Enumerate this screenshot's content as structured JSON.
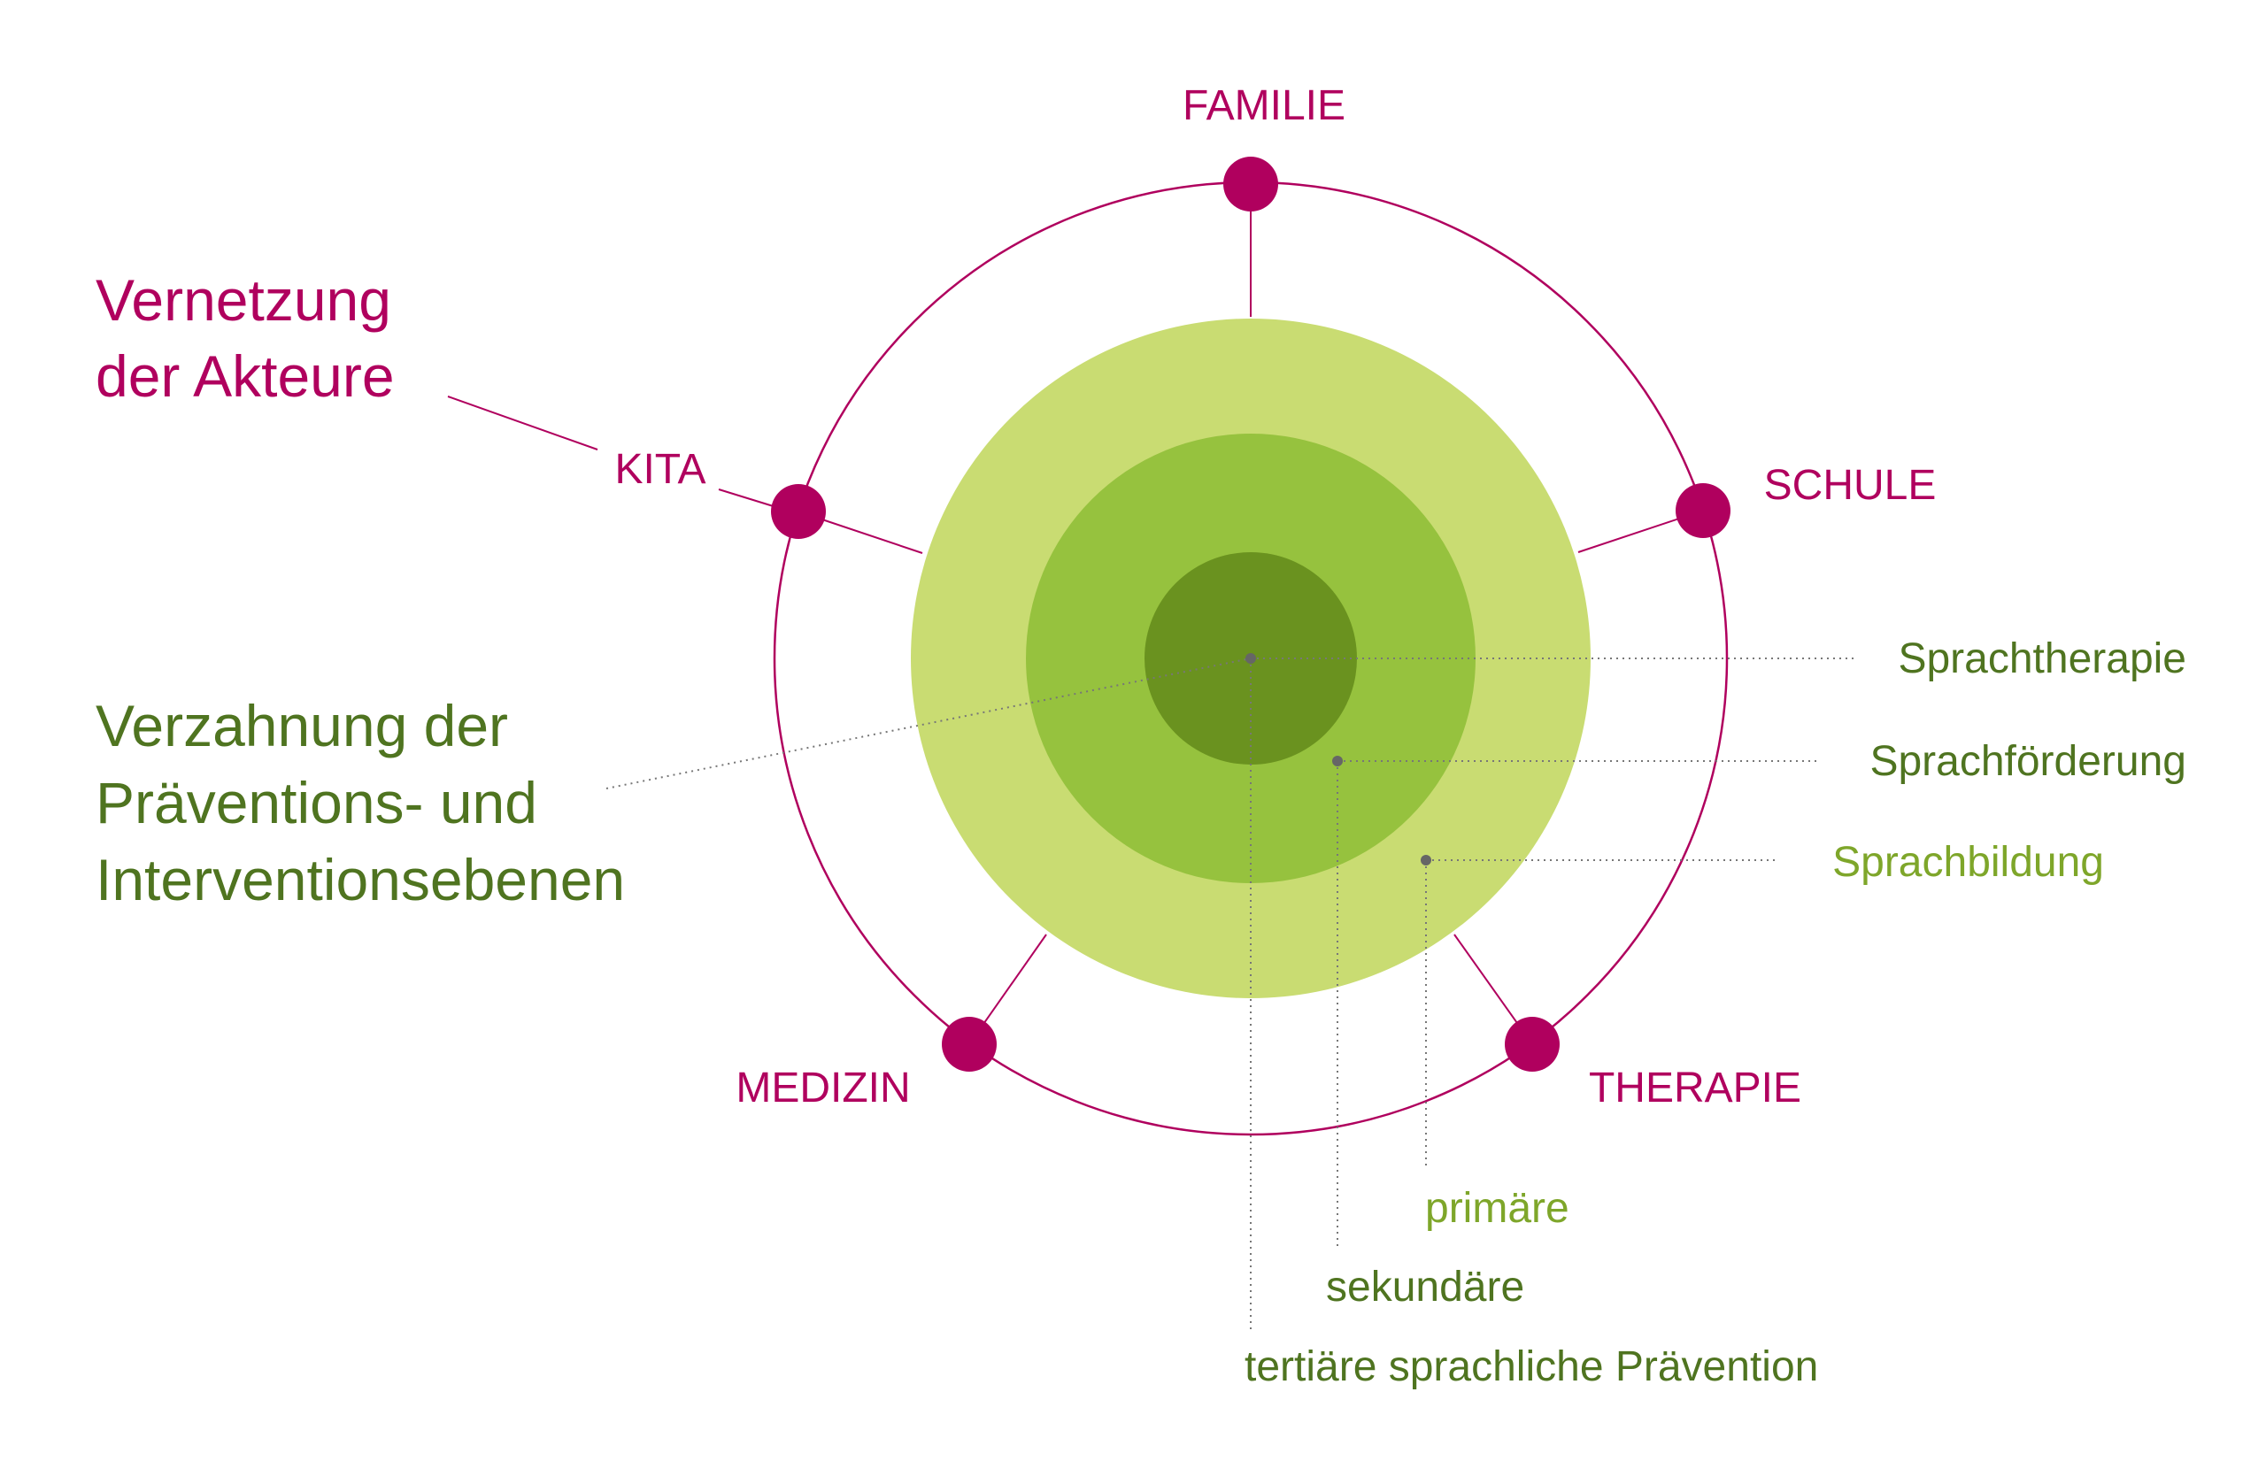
{
  "actors_heading": {
    "line1": "Vernetzung",
    "line2": "der Akteure"
  },
  "levels_heading": {
    "line1": "Verzahnung der",
    "line2": "Präventions- und",
    "line3": "Interventionsebenen"
  },
  "actors": {
    "familie": "FAMILIE",
    "kita": "KITA",
    "schule": "SCHULE",
    "medizin": "MEDIZIN",
    "therapie": "THERAPIE"
  },
  "interventions": {
    "sprachtherapie": "Sprachtherapie",
    "sprachfoerderung": "Sprachförderung",
    "sprachbildung": "Sprachbildung"
  },
  "prevention_levels": {
    "primaer": "primäre",
    "sekundaer": "sekundäre",
    "tertiaer": "tertiäre sprachliche Prävention"
  },
  "colors": {
    "magenta": "#b0005e",
    "outer_ring": "#c9dc72",
    "middle_ring": "#96c23e",
    "inner_ring": "#6a921f",
    "dark_green_text": "#4f7420",
    "light_green_text": "#7ea62a",
    "dotted_line": "#777777"
  }
}
